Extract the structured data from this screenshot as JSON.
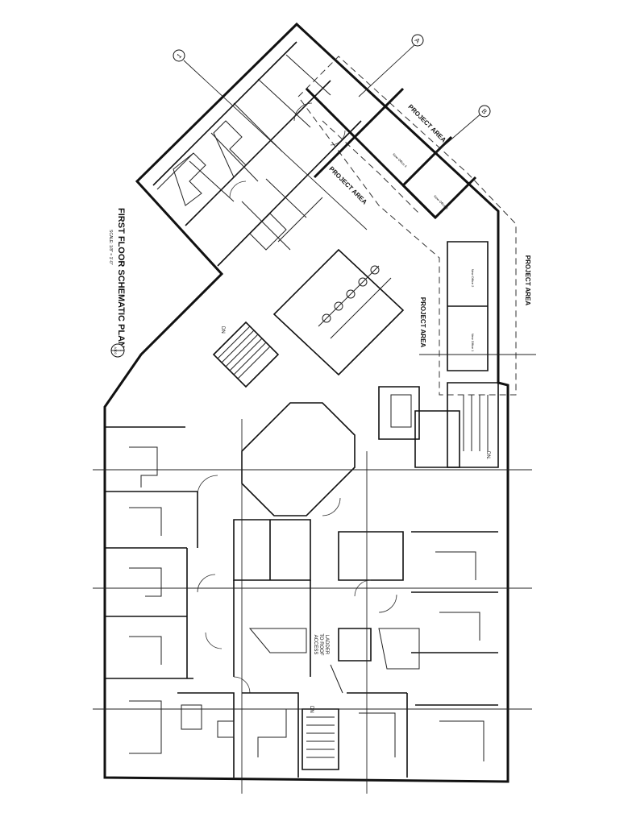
{
  "plan": {
    "title": "FIRST FLOOR SCHEMATIC PLAN",
    "scale": "SCALE:  1/8\" = 1'-0\"",
    "sheet_number": "1",
    "sheet_ref": "A102"
  },
  "grid_bubbles": [
    "1",
    "A",
    "B"
  ],
  "labels": {
    "project_area": "PROJECT AREA",
    "down": "DN",
    "down_short": "DN.",
    "ladder_line1": "LADDER",
    "ladder_line2": "TO ROOF",
    "ladder_line3": "ACCESS",
    "new_office_1": "New Office 1",
    "new_office_2": "New Office 2",
    "new_office_3": "New Office 3",
    "new_office_4": "New Office 4",
    "new_office_5": "New Office 5"
  }
}
